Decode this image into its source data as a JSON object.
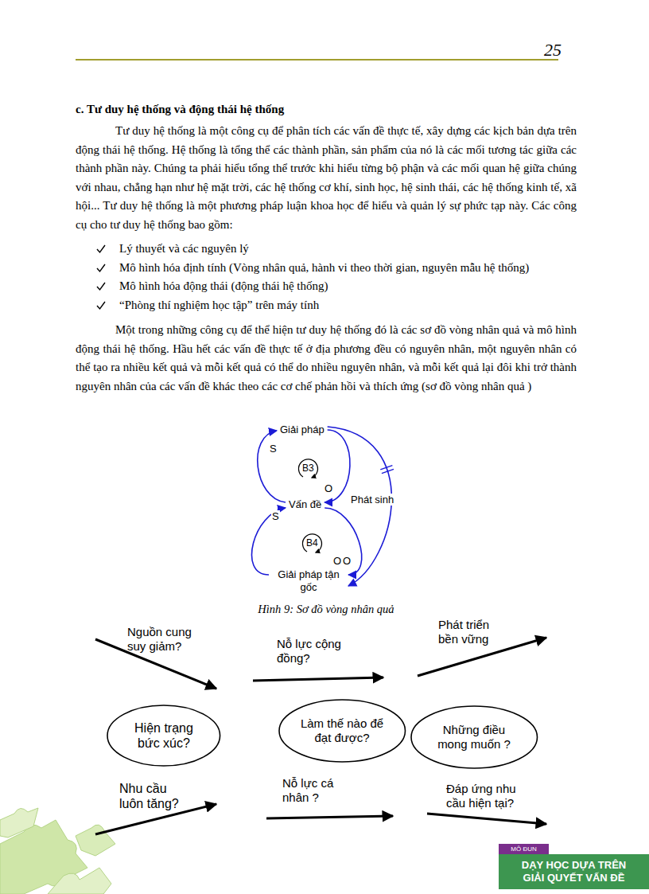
{
  "diagram": {
    "title": "c. Tư duy hệ thống và động thái hệ thống",
    "caption": "Hình 9: Sơ đồ vòng nhân quả",
    "nodes": [
      {
        "text": [
          "Giải pháp"
        ]
      },
      {
        "text": [
          "Vấn đề"
        ]
      },
      {
        "text": [
          "Giải pháp tận gốc"
        ]
      },
      {
        "text": [
          "Hiện trạng bức xúc?"
        ]
      },
      {
        "text": [
          "Làm thế nào để đạt được?"
        ]
      },
      {
        "text": [
          "Những điều mong muốn ?"
        ]
      },
      {
        "text": [
          "MÔ ĐUN"
        ]
      },
      {
        "text": [
          "DẠY HỌC DỰA TRÊN GIẢI QUYẾT VẤN ĐỀ"
        ]
      }
    ],
    "edges": [
      {
        "from": 1,
        "to": 0,
        "label": "S",
        "arrow": "to"
      },
      {
        "from": 0,
        "to": 1,
        "label": "O",
        "arrow": "to"
      },
      {
        "from": 2,
        "to": 1,
        "label": "S",
        "arrow": "to"
      },
      {
        "from": 1,
        "to": 2,
        "label": "O",
        "arrow": "to"
      },
      {
        "from": 0,
        "to": 2,
        "label": "Phát sinh",
        "arrow": "to"
      }
    ],
    "labels": [
      "25",
      "Tư duy hệ thống là một công cụ để phân tích các vấn đề thực tế, xây dựng các kịch bản dựa trên động thái hệ thống. Hệ thống là tổng thể các thành phần, sản phẩm của nó là các mối tương tác giữa các thành phần này. Chúng ta phải hiểu tổng thể trước khi hiểu từng bộ phận và các mối quan hệ giữa chúng với nhau, chẳng hạn như hệ mặt trời, các hệ thống cơ khí, sinh học, hệ sinh thái, các hệ thống kinh tế, xã hội... Tư duy hệ thống là một phương pháp luận khoa học để hiểu và quản lý sự phức tạp này. Các công cụ cho tư duy hệ thống bao gồm:",
      "Lý thuyết và các nguyên lý",
      "Mô hình hóa định tính (Vòng nhân quả, hành vi theo thời gian, nguyên mẫu hệ thống)",
      "Mô hình hóa động thái (động thái hệ thống)",
      "“Phòng thí nghiệm học tập” trên máy tính",
      "Một trong những công cụ để thể hiện tư duy hệ thống đó là các sơ đồ vòng nhân quả và mô hình động thái hệ thống. Hầu hết các vấn đề thực tế ở địa phương đều có nguyên nhân, một nguyên nhân có thể tạo ra nhiều kết quả và mỗi kết quả có thể do nhiều nguyên nhân, và mỗi kết quả lại đôi khi trở thành nguyên nhân của các vấn đề khác theo các cơ chế phản hồi và thích ứng (sơ đồ vòng nhân quả )",
      "B3",
      "B4",
      "O",
      "Nguồn cung suy giảm?",
      "Nỗ lực cộng đồng?",
      "Phát triển bền vững",
      "Nhu cầu luôn tăng?",
      "Nỗ lực cá nhân ?",
      "Đáp ứng nhu cầu hiện tại?"
    ]
  }
}
